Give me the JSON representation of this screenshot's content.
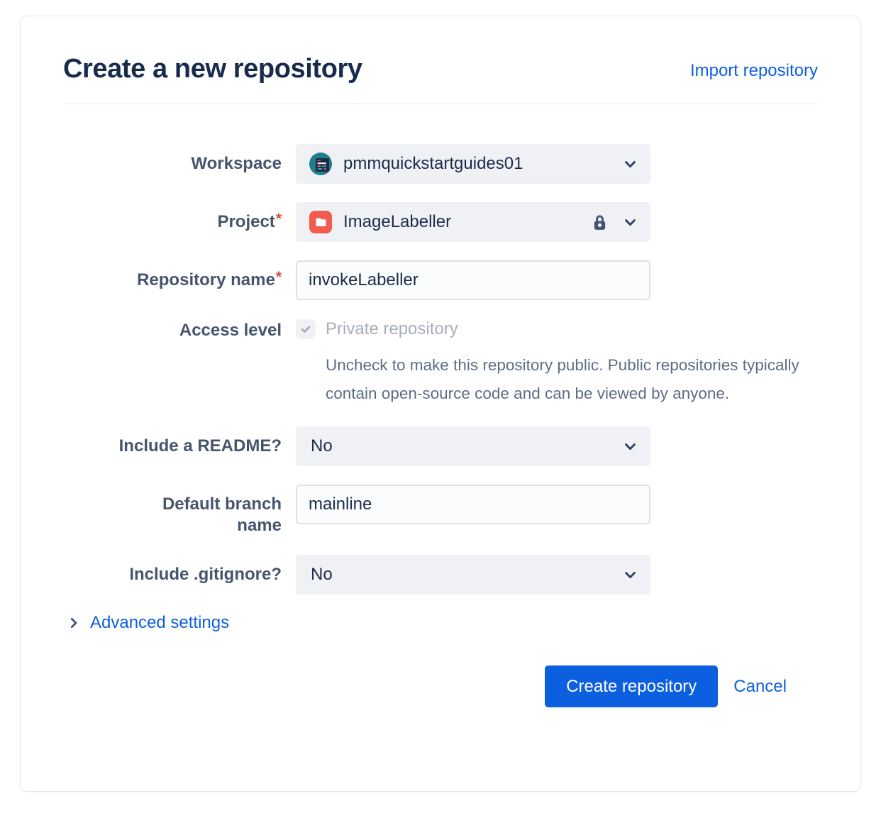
{
  "header": {
    "title": "Create a new repository",
    "import_link": "Import repository"
  },
  "fields": {
    "workspace": {
      "label": "Workspace",
      "value": "pmmquickstartguides01",
      "icons": [
        "workspace-avatar-icon",
        "chevron-down-icon"
      ]
    },
    "project": {
      "label": "Project",
      "required_marker": "*",
      "value": "ImageLabeller",
      "icons": [
        "project-folder-icon",
        "lock-icon",
        "chevron-down-icon"
      ]
    },
    "repository_name": {
      "label": "Repository name",
      "required_marker": "*",
      "value": "invokeLabeller"
    },
    "access_level": {
      "label": "Access level",
      "checkbox_checked": true,
      "checkbox_label": "Private repository",
      "help_text": "Uncheck to make this repository public. Public repositories typically contain open-source code and can be viewed by anyone."
    },
    "include_readme": {
      "label": "Include a README?",
      "value": "No",
      "icons": [
        "chevron-down-icon"
      ]
    },
    "default_branch": {
      "label": "Default branch name",
      "value": "mainline"
    },
    "include_gitignore": {
      "label": "Include .gitignore?",
      "value": "No",
      "icons": [
        "chevron-down-icon"
      ]
    }
  },
  "advanced_settings": {
    "label": "Advanced settings",
    "icons": [
      "chevron-right-icon"
    ]
  },
  "actions": {
    "create_label": "Create repository",
    "cancel_label": "Cancel"
  },
  "colors": {
    "accent": "#0C5FDE",
    "heading": "#172B4D",
    "label": "#47546E",
    "asterisk": "#E2483D",
    "muted": "#A6AEBB",
    "help": "#5D6C85",
    "select_bg": "#EFF1F4",
    "input_border": "#DFE1E6",
    "folder_red": "#F15B50",
    "avatar_teal": "#1E7D8F",
    "icon_slate": "#44546F"
  }
}
